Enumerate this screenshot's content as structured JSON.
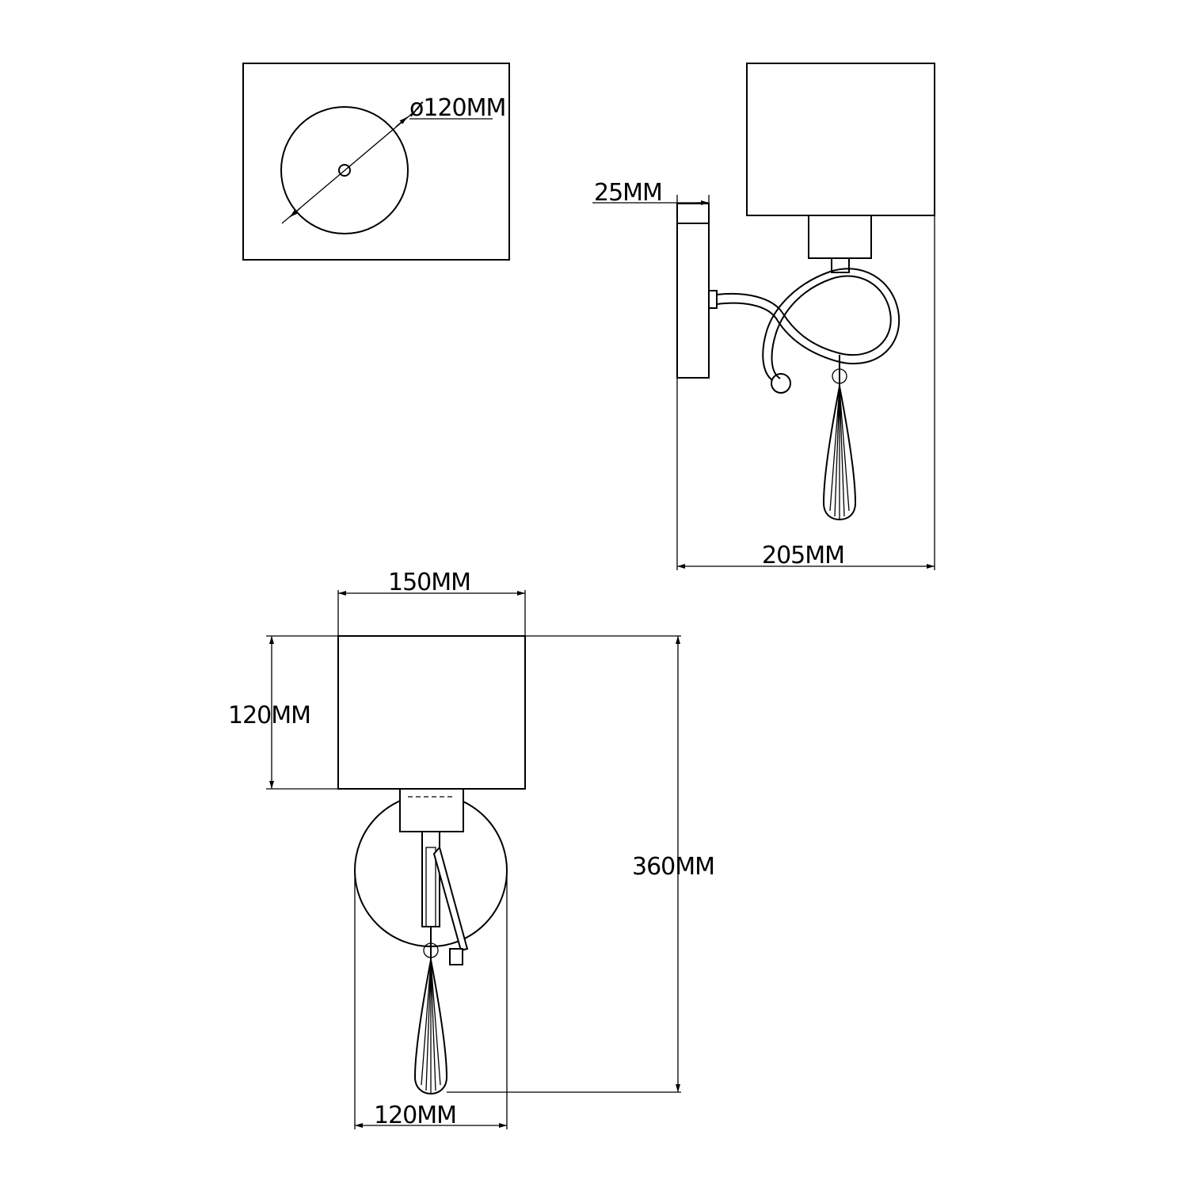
{
  "top_view": {
    "diameter_label": "ø120MM"
  },
  "side_view": {
    "depth_label": "25MM",
    "projection_label": "205MM"
  },
  "front_view": {
    "shade_width_label": "150MM",
    "shade_height_label": "120MM",
    "total_height_label": "360MM",
    "base_width_label": "120MM"
  }
}
